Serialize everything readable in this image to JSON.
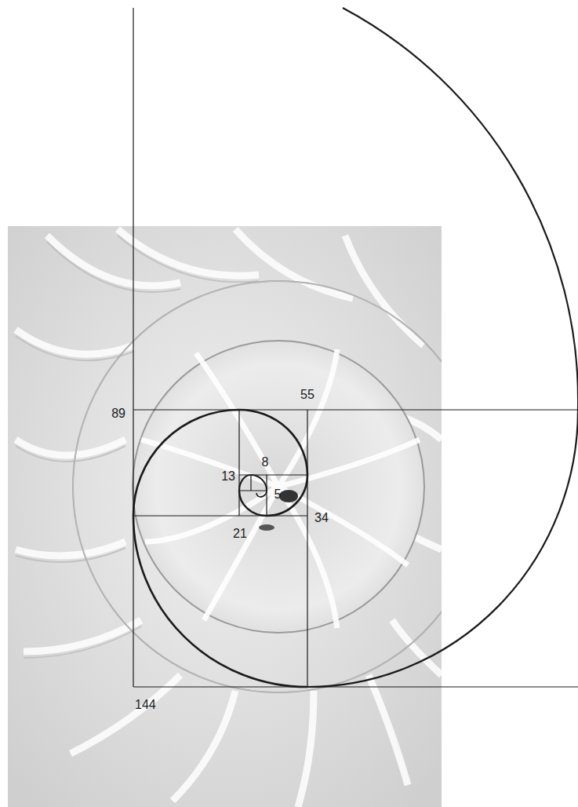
{
  "diagram": {
    "labels": [
      "89",
      "55",
      "8",
      "13",
      "5",
      "34",
      "21",
      "144"
    ]
  }
}
